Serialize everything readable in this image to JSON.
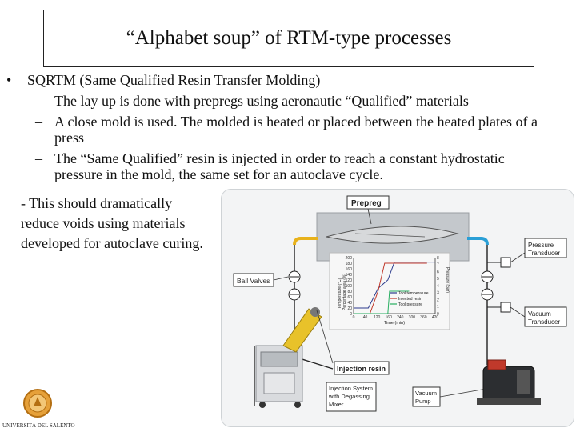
{
  "slide": {
    "title": "“Alphabet soup” of RTM-type processes",
    "bullet_marker": "•",
    "bullet": "SQRTM (Same Qualified Resin Transfer Molding)",
    "sub_bullets": [
      {
        "dash": "–",
        "text": "The lay up is done with prepregs using  aeronautic “Qualified” materials"
      },
      {
        "dash": "–",
        "text": "A close mold is used. The molded is heated or placed between the heated plates of a press"
      },
      {
        "dash": "–",
        "text": "The “Same Qualified” resin is injected in order to reach a constant hydrostatic pressure in the mold, the same set for an autoclave cycle."
      }
    ],
    "note": "- This should dramatically reduce voids using materials developed for autoclave curing."
  },
  "figure": {
    "labels": {
      "prepreg": "Prepreg",
      "ball_valves": "Ball Valves",
      "pressure_transducer_1": "Pressure",
      "pressure_transducer_2": "Transducer",
      "vacuum_transducer_1": "Vacuum",
      "vacuum_transducer_2": "Transducer",
      "injection_resin": "Injection resin",
      "injection_system_1": "Injection System",
      "injection_system_2": "with Degassing",
      "injection_system_3": "Mixer",
      "vacuum_pump_1": "Vacuum",
      "vacuum_pump_2": "Pump"
    },
    "inset_chart": {
      "y_left_label_1": "Temperature (°C)",
      "y_left_label_2": "Percentage area (%)",
      "y_right_label": "Pressure (bar)",
      "x_label": "Time (min)",
      "left_ticks": [
        "0",
        "20",
        "40",
        "60",
        "80",
        "100",
        "120",
        "140",
        "160",
        "180",
        "200"
      ],
      "right_ticks": [
        "0",
        "1",
        "2",
        "3",
        "4",
        "5",
        "6",
        "7",
        "8"
      ],
      "x_ticks": [
        "0",
        "40",
        "120",
        "160",
        "240",
        "300",
        "360",
        "420"
      ],
      "legend": [
        "Tool temperature",
        "Injected resin",
        "Tool pressure"
      ],
      "colors": {
        "tool_temperature": "#2b3a8c",
        "injected_resin": "#c0392b",
        "tool_pressure": "#27ae60"
      }
    },
    "colors": {
      "inlet_pipe": "#e8b21c",
      "outlet_pipe": "#2a9fd6",
      "mold": "#bfc3c7",
      "injector_tube": "#e8c22a"
    }
  },
  "logo": {
    "text": "UNIVERSITÀ DEL SALENTO"
  }
}
